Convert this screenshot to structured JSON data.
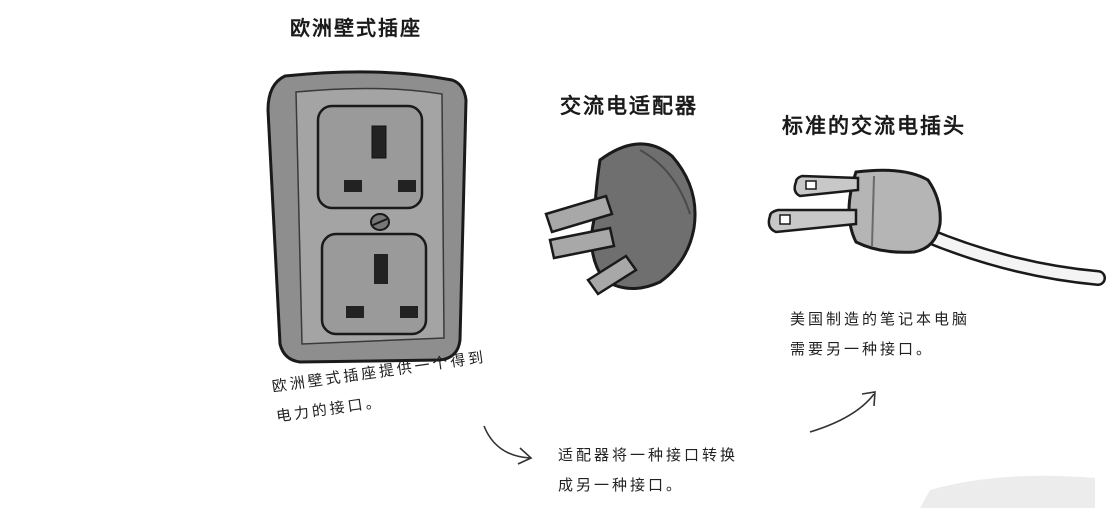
{
  "labels": {
    "socket_title": "欧洲壁式插座",
    "adapter_title": "交流电适配器",
    "plug_title": "标准的交流电插头"
  },
  "notes": {
    "socket_line1": "欧洲壁式插座提供一个得到",
    "socket_line2": "电力的接口。",
    "adapter_line1": "适配器将一种接口转换",
    "adapter_line2": "成另一种接口。",
    "plug_line1": "美国制造的笔记本电脑",
    "plug_line2": "需要另一种接口。"
  },
  "colors": {
    "socket_fill": "#8e8e8e",
    "socket_face": "#a4a4a4",
    "adapter_fill": "#6f6f6f",
    "plug_fill": "#b5b5b5",
    "ink": "#1a1a1a"
  }
}
